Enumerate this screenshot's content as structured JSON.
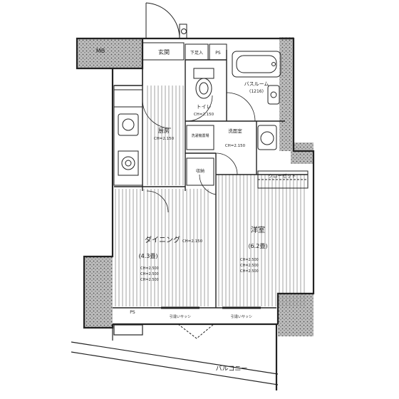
{
  "floorplan": {
    "rooms": {
      "mb": "MB",
      "entrance": "玄関",
      "shoe_box": "下足入",
      "ps_top": "PS",
      "bathroom": "バスルーム",
      "bathroom_size": "(1216)",
      "toilet": "トイレ",
      "toilet_ceiling": "CH=2.150",
      "kitchen": "厨房",
      "kitchen_ceiling": "CH=2.150",
      "laundry": "洗濯機置場",
      "washroom": "洗面室",
      "washroom_ceiling": "CH=2.150",
      "storage": "収納",
      "closet": "クローゼット",
      "dining": "ダイニング",
      "dining_size": "(4.3畳)",
      "dining_ceiling": "CH=2.150",
      "western_room": "洋室",
      "western_size": "(6.2畳)",
      "ps_bottom": "PS",
      "balcony": "バルコニー",
      "window_left": "引違いサッシ",
      "window_right": "引違いサッシ"
    },
    "notes": {
      "dining_ch1": "CH=2.500",
      "dining_ch2": "CH=2.500",
      "dining_ch3": "CH=2.500",
      "western_ch1": "CH=2.500",
      "western_ch2": "CH=2.500",
      "western_ch3": "CH=2.500"
    }
  }
}
